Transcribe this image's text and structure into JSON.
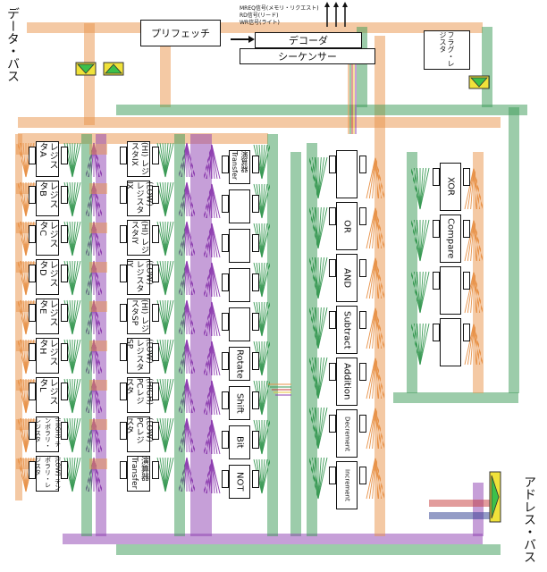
{
  "bus_labels": {
    "data_bus": "データ・バス",
    "address_bus": "アドレス・バス"
  },
  "top_blocks": {
    "prefetch": "プリフェッチ",
    "decoder": "デコーダ",
    "sequencer": "シーケンサー",
    "flag_register": "フラグ・レジスタ"
  },
  "signals": [
    "MREQ信号(メモリ・リクエスト)",
    "RD信号(リード)",
    "WR信号(ライト)"
  ],
  "registers": [
    "レジスタA",
    "レジスタB",
    "レジスタC",
    "レジスタD",
    "レジスタE",
    "レジスタH",
    "レジスタL",
    "(HIGH) テンポラリ・レジスタ",
    "(LOW) テンポラリ・レジスタ"
  ],
  "index_registers": [
    "(HI) レジスタIX",
    "(LOW) レジスタIX",
    "(HI) レジスタIY",
    "(LOW) レジスタIY",
    "(HI) レジスタSP",
    "(LOW) レジスタSP",
    "(HIGH) PCレジスタ",
    "(LOW) PCレジスタ",
    "演算器 Transfer"
  ],
  "alu_col1": [
    "演算器 Transfer",
    "",
    "",
    "",
    "",
    "Rotate",
    "Shift",
    "Bit",
    "NOT"
  ],
  "alu_col2": [
    "",
    "OR",
    "AND",
    "Subtract",
    "Addition",
    "Decrement",
    "Increment"
  ],
  "alu_col3": [
    "XOR",
    "Compare",
    "",
    ""
  ],
  "colors": {
    "orange": "#e8934a",
    "green": "#3a9a55",
    "purple": "#8e3fb0",
    "blue": "#2a3a8e",
    "red": "#c43a3a",
    "yellow": "#e8c53a",
    "buffer_green": "#3cc04a",
    "buffer_yellow": "#f0e23a"
  }
}
